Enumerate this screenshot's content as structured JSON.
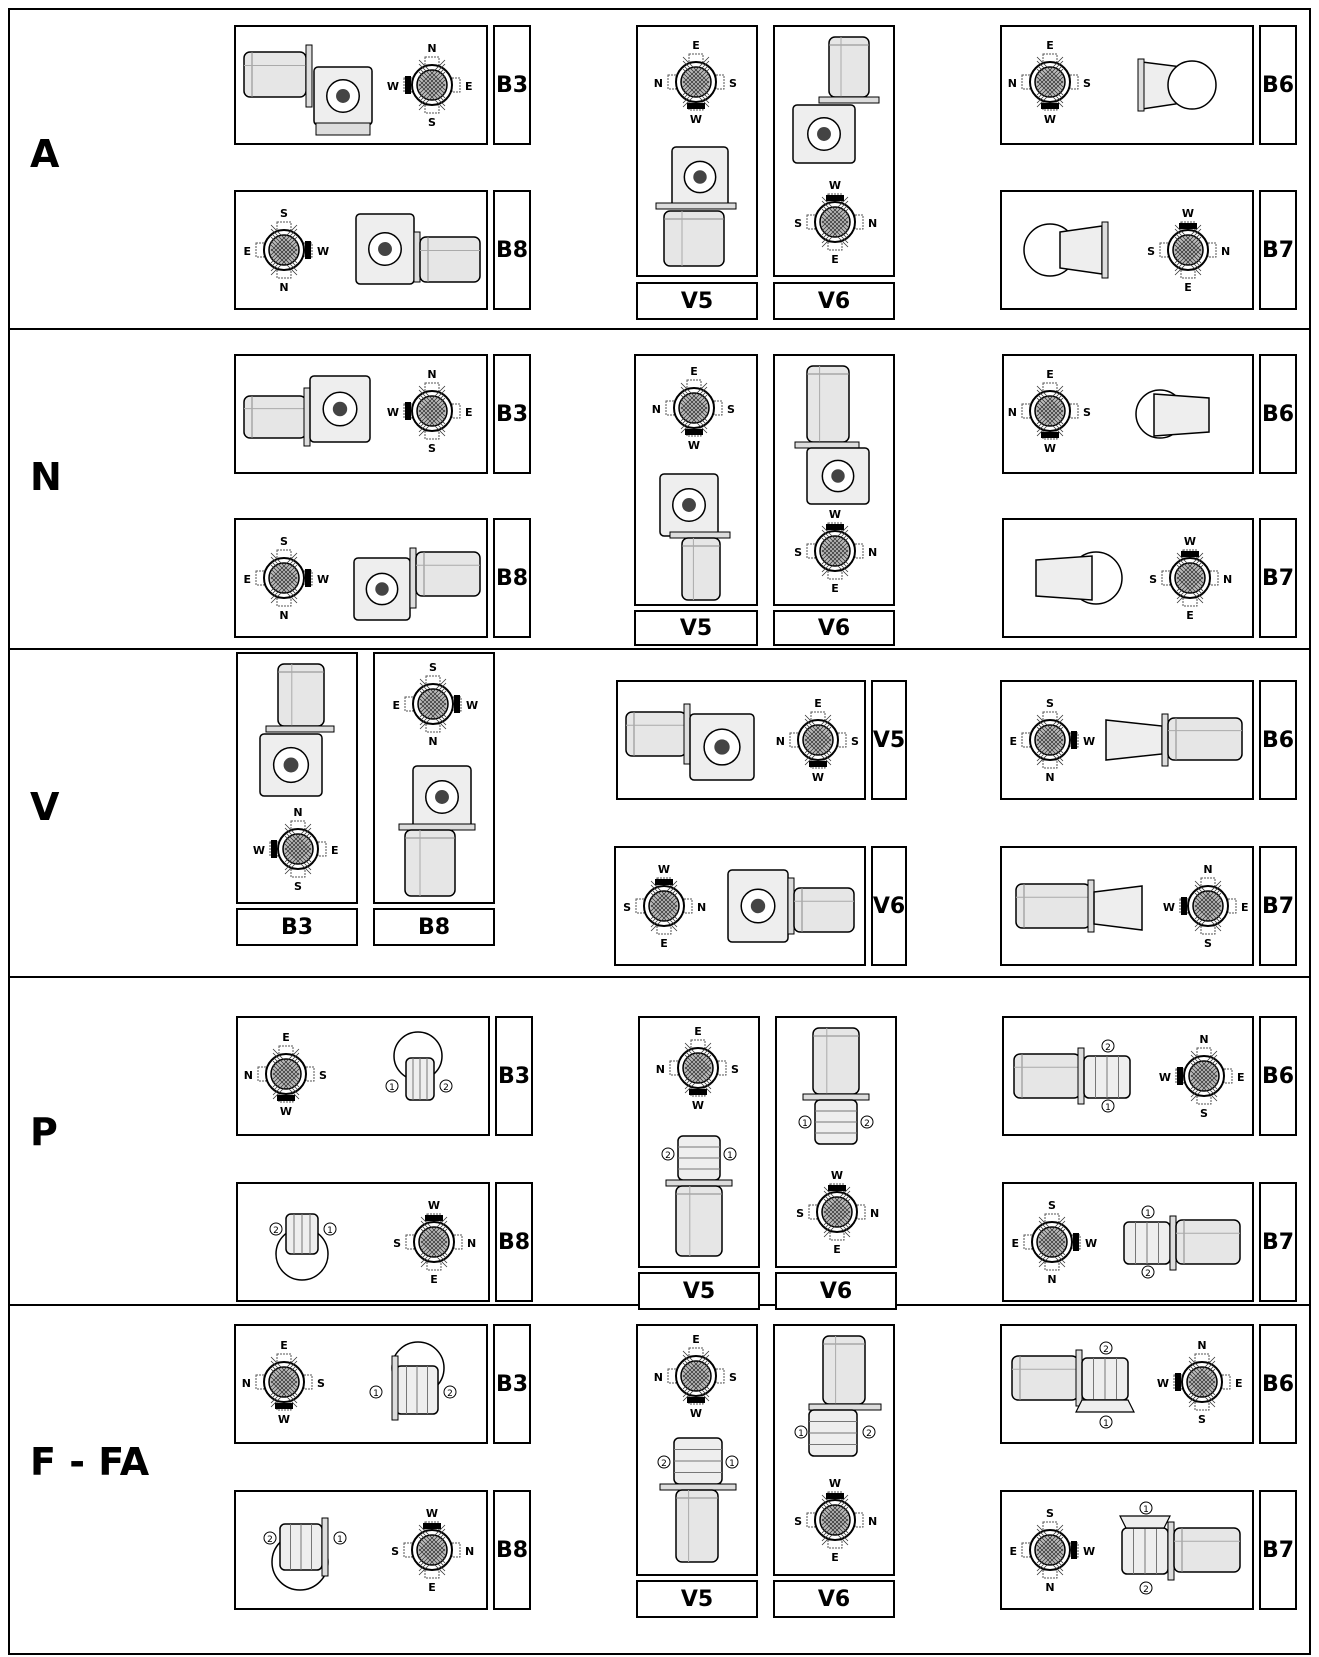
{
  "sections": [
    {
      "letter": "A"
    },
    {
      "letter": "N"
    },
    {
      "letter": "V"
    },
    {
      "letter": "P"
    },
    {
      "letter": "F - FA"
    }
  ],
  "positions": {
    "b3": "B3",
    "b8": "B8",
    "v5": "V5",
    "v6": "V6",
    "b6": "B6",
    "b7": "B7"
  },
  "compass": {
    "n": "N",
    "s": "S",
    "e": "E",
    "w": "W"
  },
  "markers": {
    "one": "1",
    "two": "2"
  }
}
